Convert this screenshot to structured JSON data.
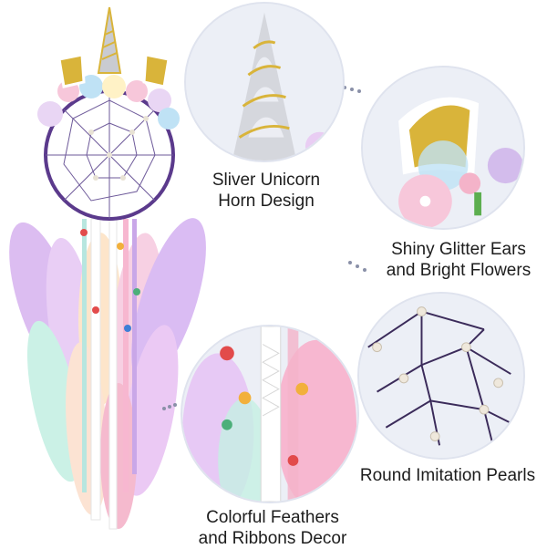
{
  "captions": {
    "horn": [
      "Sliver Unicorn",
      "Horn Design"
    ],
    "ears": [
      "Shiny Glitter Ears",
      "and Bright Flowers"
    ],
    "pearls": [
      "Round Imitation Pearls"
    ],
    "feathers": [
      "Colorful Feathers",
      "and Ribbons Decor"
    ]
  },
  "colors": {
    "circle_bg": "#eceff6",
    "connector": "#8a90a8",
    "gold": "#d9b43a",
    "silver": "#c9cbd1",
    "purple": "#5b3a8c",
    "pink": "#f4b3c9",
    "lavender": "#c9a7e8"
  }
}
